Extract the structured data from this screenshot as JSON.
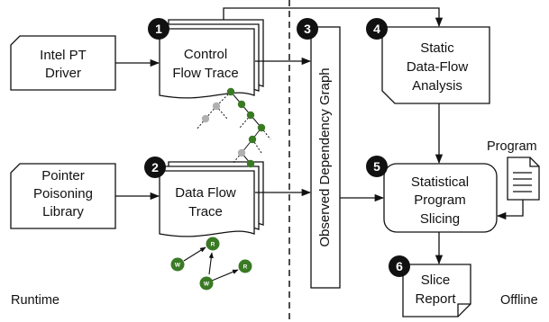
{
  "colors": {
    "stroke": "#111111",
    "badge": "#111111",
    "node_green": "#3a7a25",
    "node_gray": "#b0b0b0"
  },
  "sources": {
    "intel_pt_driver": [
      "Intel PT",
      "Driver"
    ],
    "pointer_poisoning_library": [
      "Pointer",
      "Poisoning",
      "Library"
    ]
  },
  "traces": {
    "control_flow": {
      "badge": "1",
      "lines": [
        "Control",
        "Flow Trace"
      ]
    },
    "data_flow": {
      "badge": "2",
      "lines": [
        "Data Flow",
        "Trace"
      ]
    }
  },
  "graph": {
    "badge": "3",
    "label": "Observed Dependency Graph"
  },
  "analysis": {
    "static": {
      "badge": "4",
      "lines": [
        "Static",
        "Data-Flow",
        "Analysis"
      ]
    },
    "slicing": {
      "badge": "5",
      "lines": [
        "Statistical",
        "Program",
        "Slicing"
      ]
    },
    "report": {
      "badge": "6",
      "lines": [
        "Slice",
        "Report"
      ]
    }
  },
  "program_label": "Program",
  "phases": {
    "runtime": "Runtime",
    "offline": "Offline"
  },
  "dataflow_nodes": {
    "write": "W",
    "read": "R"
  }
}
